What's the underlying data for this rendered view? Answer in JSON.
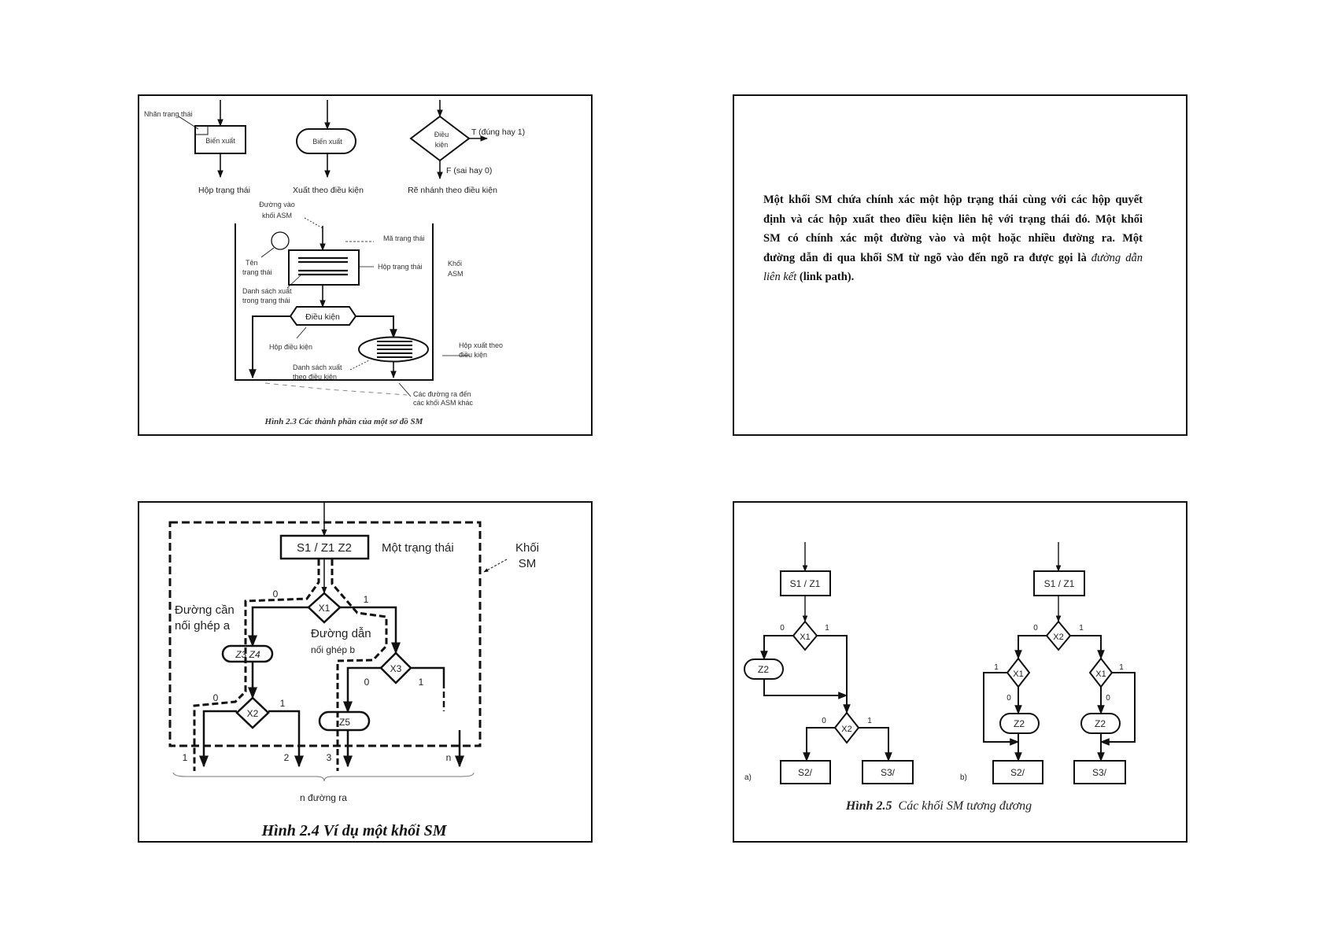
{
  "slides": [
    {
      "labels": {
        "state_tag": "Nhãn trạng thái",
        "state_box_text": "Biến xuất",
        "state_box_caption": "Hộp trạng thái",
        "cond_output_text": "Biến xuất",
        "cond_output_caption": "Xuất theo điều kiện",
        "decision_line1": "Điều",
        "decision_line2": "kiện",
        "decision_true": "T (đúng hay 1)",
        "decision_false": "F (sai hay 0)",
        "decision_caption": "Rẽ nhánh theo điều kiện",
        "entry_line1": "Đường vào",
        "entry_line2": "khối ASM",
        "state_code": "Mã trạng thái",
        "state_name_line1": "Tên",
        "state_name_line2": "trạng thái",
        "state_box_label": "Hộp trạng thái",
        "asm_block_line1": "Khối",
        "asm_block_line2": "ASM",
        "output_list_line1": "Danh sách xuất",
        "output_list_line2": "trong trạng thái",
        "condition": "Điều kiện",
        "condition_box": "Hộp điều kiện",
        "cond_out_box_line1": "Hộp xuất theo",
        "cond_out_box_line2": "điều kiện",
        "cond_out_list_line1": "Danh sách xuất",
        "cond_out_list_line2": "theo điều kiện",
        "exits_line1": "Các đường ra đến",
        "exits_line2": "các khối ASM khác"
      },
      "caption": "Hình 2.3  Các thành phần của một sơ đồ SM"
    },
    {
      "paragraph": {
        "line1": "Một khối SM chứa chính xác một hộp trạng thái cùng với các hộp quyết",
        "line2": "định và các hộp xuất theo điều kiện liên hệ với trạng thái đó. Một khối",
        "line3": "SM có chính xác một đường vào và một hoặc nhiều đường ra. Một",
        "line4_plain": "đường dẫn đi qua khối SM từ ngõ vào đến ngõ ra được gọi là ",
        "line4_italic": "đường dẫn",
        "line5_italic": "liên kết",
        "line5_plain": " (link path)."
      }
    },
    {
      "labels": {
        "state": "S1 / Z1 Z2",
        "one_state": "Một trạng thái",
        "block_line1": "Khối",
        "block_line2": "SM",
        "x1": "X1",
        "x2": "X2",
        "x3": "X3",
        "z34": "Z3 Z4",
        "z5": "Z5",
        "x1_0": "0",
        "x1_1": "1",
        "x2_0": "0",
        "x2_1": "1",
        "x3_0": "0",
        "x3_1": "1",
        "path_a_line1": "Đường cần",
        "path_a_line2": "nối ghép a",
        "path_b_line1": "Đường dẫn",
        "path_b_line2": "nối ghép b",
        "exit1": "1",
        "exit2": "2",
        "exit3": "3",
        "exitn": "n",
        "n_exits": "n đường ra"
      },
      "caption": "Hình 2.4  Ví dụ một khối SM"
    },
    {
      "a": {
        "tag": "a)",
        "state": "S1 / Z1",
        "x1": "X1",
        "x1_0": "0",
        "x1_1": "1",
        "z2": "Z2",
        "x2": "X2",
        "x2_0": "0",
        "x2_1": "1",
        "s2": "S2/",
        "s3": "S3/"
      },
      "b": {
        "tag": "b)",
        "state": "S1 / Z1",
        "x2": "X2",
        "x2_0": "0",
        "x2_1": "1",
        "x1_left": "X1",
        "x1_left_1": "1",
        "x1_left_0": "0",
        "x1_right": "X1",
        "x1_right_1": "1",
        "x1_right_0": "0",
        "z2_left": "Z2",
        "z2_right": "Z2",
        "s2": "S2/",
        "s3": "S3/"
      },
      "caption_bold": "Hình 2.5",
      "caption_italic": "  Các khối SM tương đương"
    }
  ]
}
